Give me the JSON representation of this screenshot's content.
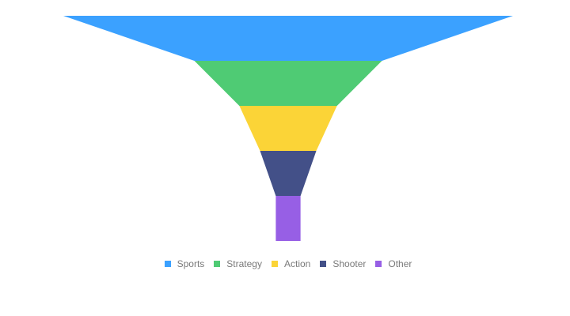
{
  "chart_data": {
    "type": "funnel",
    "categories": [
      "Sports",
      "Strategy",
      "Action",
      "Shooter",
      "Other"
    ],
    "values": [
      100,
      41.7,
      21.7,
      12.5,
      5.5
    ],
    "colors": [
      "#3ba1ff",
      "#4fcb74",
      "#fbd437",
      "#435088",
      "#975fe5"
    ],
    "legend_position": "bottom",
    "legend": [
      "Sports",
      "Strategy",
      "Action",
      "Shooter",
      "Other"
    ]
  }
}
